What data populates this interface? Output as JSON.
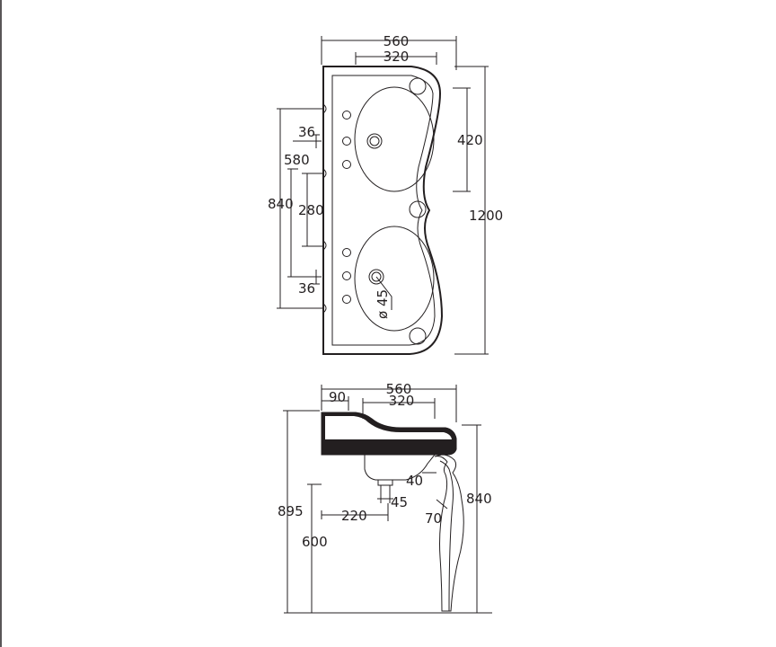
{
  "plan_view": {
    "width_total": "560",
    "bowl_width": "320",
    "bowl_length": "420",
    "length_total": "1200",
    "tap_spacing_top": "36",
    "tap_spacing_bottom": "36",
    "span_outer": "840",
    "span_middle": "580",
    "span_inner": "280",
    "waste_diameter": "ø 45"
  },
  "side_view": {
    "width_total": "560",
    "front_offset": "90",
    "bowl_width": "320",
    "overall_height": "895",
    "rim_to_floor": "840",
    "waste_height": "600",
    "waste_offset": "220",
    "waste_size": "45",
    "leg_gap": "40",
    "leg_width": "70"
  }
}
